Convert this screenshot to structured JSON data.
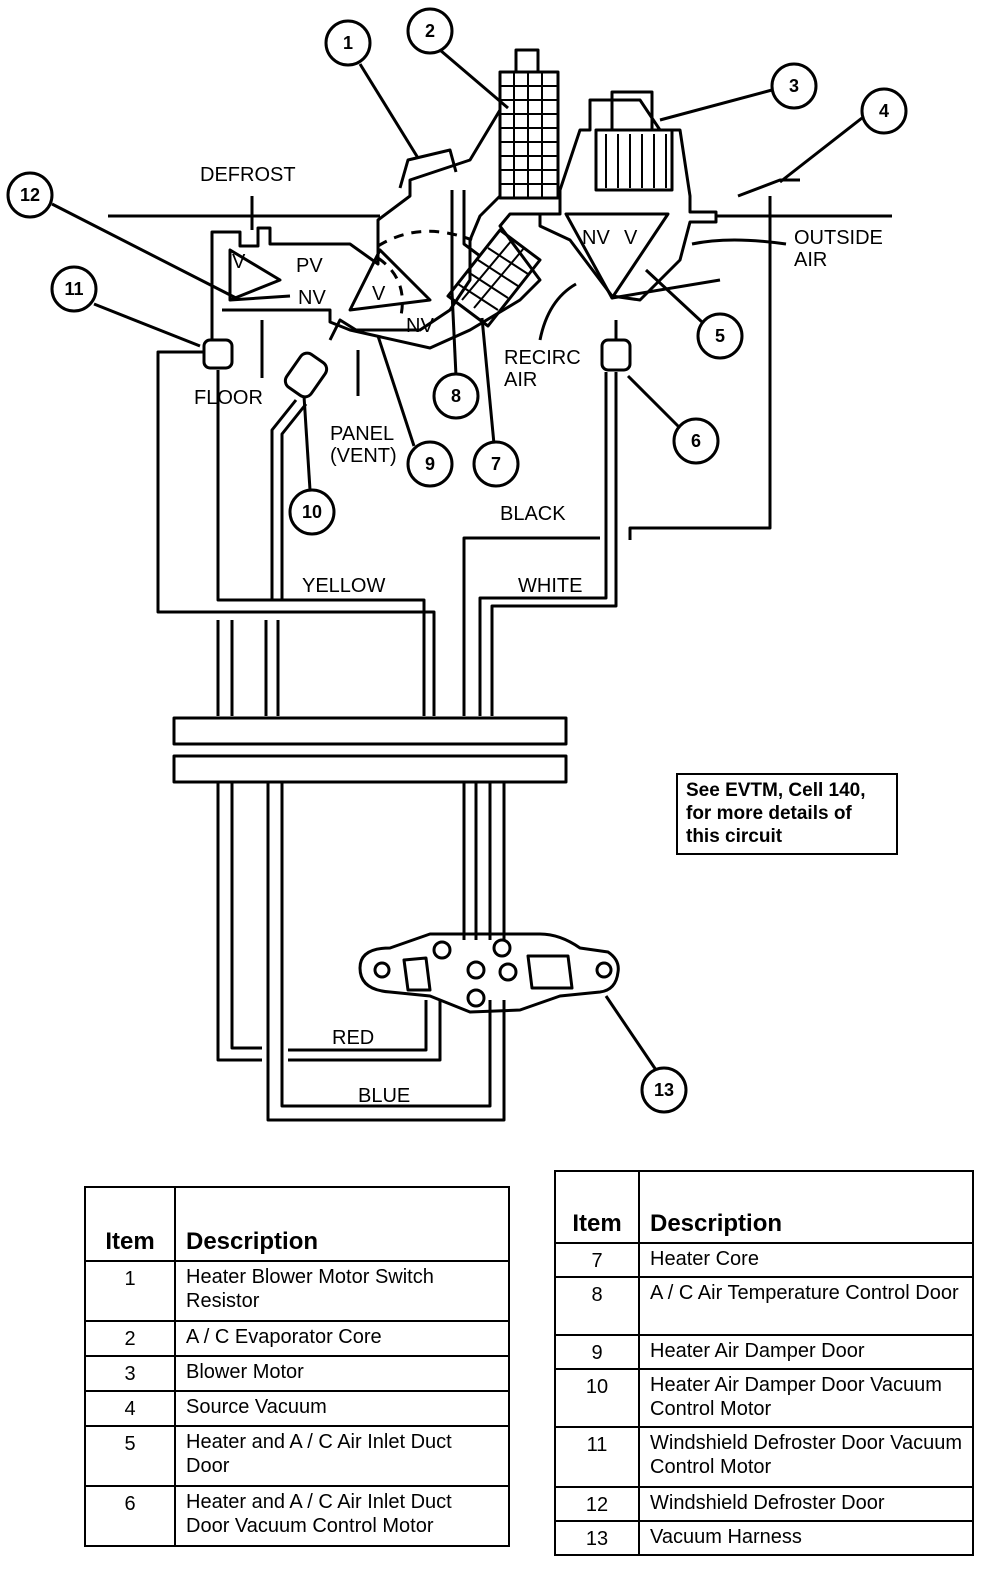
{
  "labels": {
    "defrost": "DEFROST",
    "pv": "PV",
    "nv_left": "NV",
    "v_left": "V",
    "v_mid": "V",
    "nv_mid": "NV",
    "floor": "FLOOR",
    "panel": "PANEL",
    "vent": "(VENT)",
    "recirc": "RECIRC",
    "recirc_air": "AIR",
    "outside": "OUTSIDE",
    "outside_air": "AIR",
    "nv_right": "NV",
    "v_right": "V",
    "black": "BLACK",
    "white": "WHITE",
    "yellow": "YELLOW",
    "red": "RED",
    "blue": "BLUE"
  },
  "callouts": [
    "1",
    "2",
    "3",
    "4",
    "5",
    "6",
    "7",
    "8",
    "9",
    "10",
    "11",
    "12",
    "13"
  ],
  "note": {
    "line1": "See EVTM, Cell 140,",
    "line2": "for more details of",
    "line3": "this circuit"
  },
  "table_left": {
    "header_item": "Item",
    "header_desc": "Description",
    "rows": [
      {
        "item": "1",
        "desc": "Heater Blower Motor Switch Resistor"
      },
      {
        "item": "2",
        "desc": "A / C Evaporator Core"
      },
      {
        "item": "3",
        "desc": "Blower Motor"
      },
      {
        "item": "4",
        "desc": "Source Vacuum"
      },
      {
        "item": "5",
        "desc": "Heater and A / C Air Inlet Duct Door"
      },
      {
        "item": "6",
        "desc": "Heater and A / C Air Inlet Duct Door Vacuum Control Motor"
      }
    ]
  },
  "table_right": {
    "header_item": "Item",
    "header_desc": "Description",
    "rows": [
      {
        "item": "7",
        "desc": "Heater Core"
      },
      {
        "item": "8",
        "desc": "A / C Air Temperature Control Door"
      },
      {
        "item": "9",
        "desc": "Heater Air Damper Door"
      },
      {
        "item": "10",
        "desc": "Heater Air Damper Door Vacuum Control Motor"
      },
      {
        "item": "11",
        "desc": "Windshield Defroster Door Vacuum Control Motor"
      },
      {
        "item": "12",
        "desc": "Windshield Defroster Door"
      },
      {
        "item": "13",
        "desc": "Vacuum Harness"
      }
    ]
  }
}
